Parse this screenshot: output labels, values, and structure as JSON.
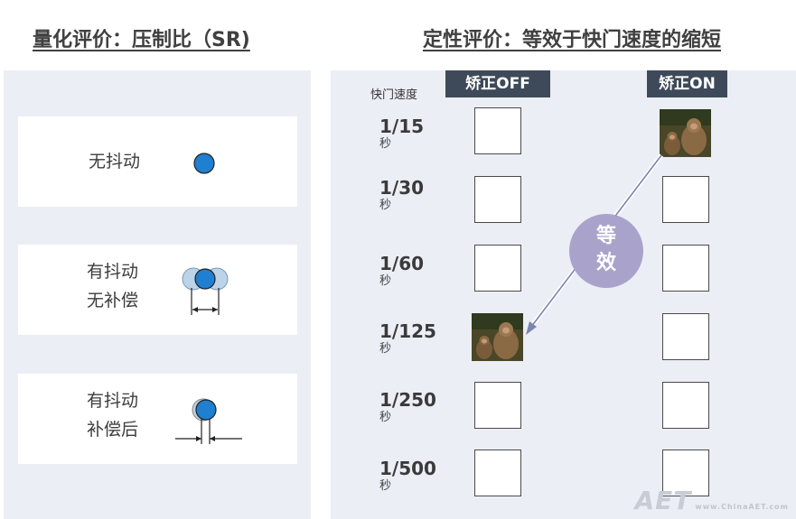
{
  "titles": {
    "left": "量化评价：压制比（SR)",
    "right": "定性评价：等效于快门速度的缩短"
  },
  "cards": [
    {
      "line1": "无抖动",
      "line2": ""
    },
    {
      "line1": "有抖动",
      "line2": "无补偿"
    },
    {
      "line1": "有抖动",
      "line2": "补偿后"
    }
  ],
  "columns": {
    "shutter_header": "快门速度",
    "off": "矫正OFF",
    "on": "矫正ON"
  },
  "speeds": [
    {
      "value": "1/15",
      "unit": "秒"
    },
    {
      "value": "1/30",
      "unit": "秒"
    },
    {
      "value": "1/60",
      "unit": "秒"
    },
    {
      "value": "1/125",
      "unit": "秒"
    },
    {
      "value": "1/250",
      "unit": "秒"
    },
    {
      "value": "1/500",
      "unit": "秒"
    }
  ],
  "effect": {
    "line1": "等",
    "line2": "效"
  },
  "watermark": {
    "logo": "AET",
    "site": "www.ChinaAET.com"
  },
  "colors": {
    "dot": "#1f7fd0",
    "ghost": "#bcd3e8",
    "circle": "#a9a3cc",
    "header": "#3e4a59",
    "panel": "#eceef6"
  }
}
